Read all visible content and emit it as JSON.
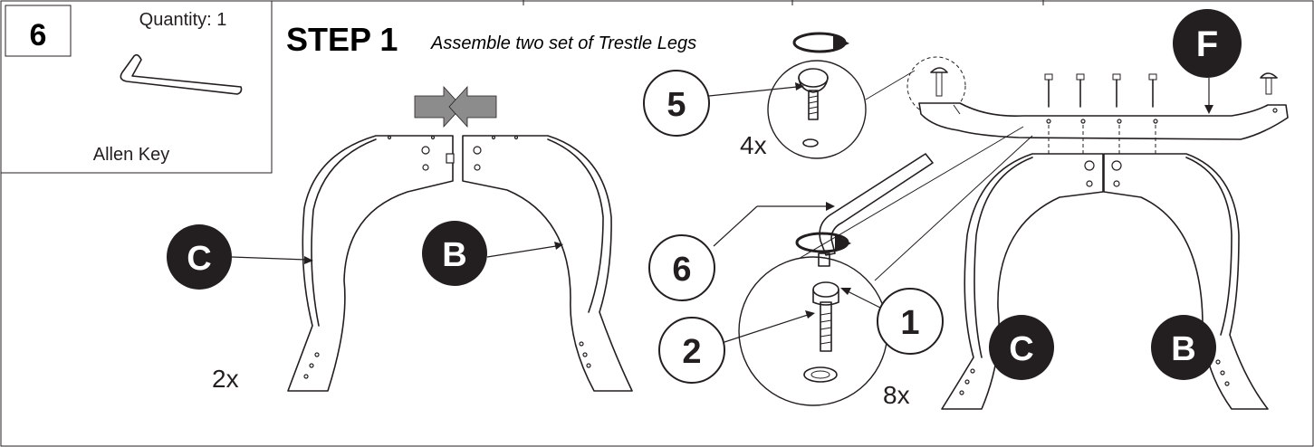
{
  "step_number": "6",
  "parts_box": {
    "quantity_label": "Quantity: 1",
    "part_name": "Allen Key"
  },
  "step": {
    "title": "STEP 1",
    "description": "Assemble two set of Trestle Legs"
  },
  "part_labels": {
    "c_left": "C",
    "b_left": "B",
    "f_top": "F",
    "c_right": "C",
    "b_right": "B"
  },
  "callouts": {
    "five": "5",
    "six": "6",
    "one": "1",
    "two": "2"
  },
  "counts": {
    "legs_pairs": "2x",
    "screws_f": "4x",
    "bolts": "8x"
  },
  "colors": {
    "line": "#231f20",
    "badge_fill": "#231f20",
    "arrow_fill": "#8c8c8c"
  }
}
